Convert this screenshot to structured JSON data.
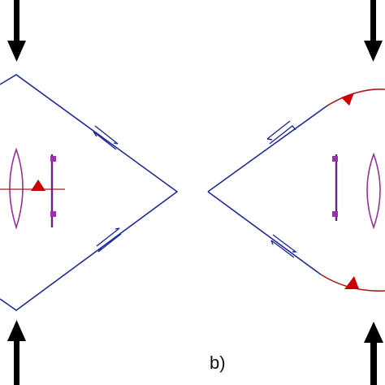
{
  "figure": {
    "panel_label": "b)"
  },
  "colors": {
    "background": "#ffffff",
    "line": "#1f2a9c",
    "shear_arrows": "#1f2a9c",
    "fault_trace": "#b01818",
    "triangle": "#cc0000",
    "lens": "#9a2fa0",
    "bar": "#6a1f8a",
    "bar_mark": "#9b30b0",
    "force_arrow": "#000000"
  },
  "icons": {
    "force_arrow": "thick-black-arrow",
    "shear_marks": "half-arrow-pair",
    "triangle": "red-triangle-marker",
    "lens": "lens-outline",
    "bar": "bar-with-square-marks"
  }
}
